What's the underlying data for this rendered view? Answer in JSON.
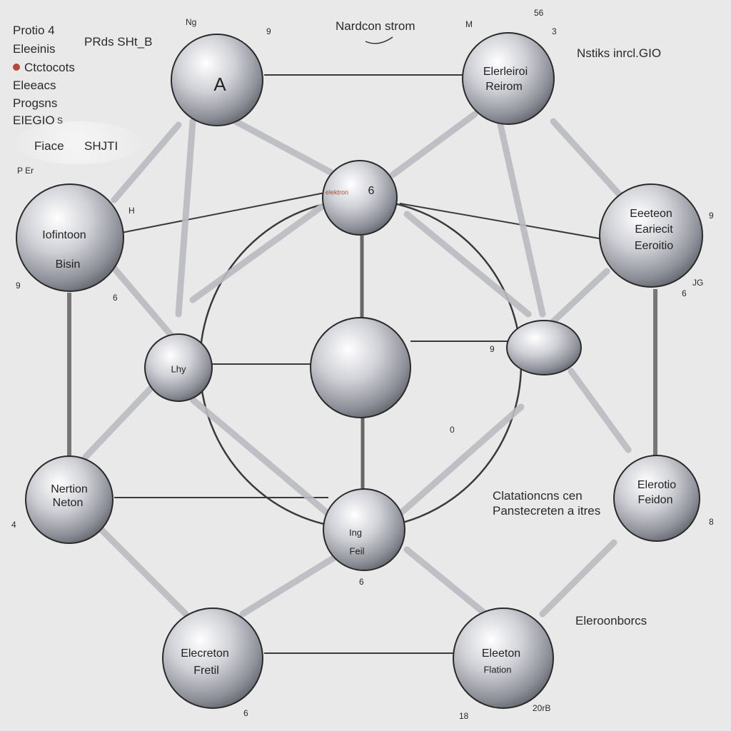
{
  "colors": {
    "background": "#e9e9e9",
    "line": "#3a3a3a",
    "sphere_light": "#ffffff",
    "sphere_dark": "#7b7d86",
    "legend_dot": "#b8483a"
  },
  "title": "Nardcon strom",
  "legend": {
    "line1": "Protio 4",
    "line2": "Eleeinis",
    "item1": "Ctctocots",
    "item2": "Eleeacs",
    "item3": "Progsns",
    "item4": "EIEGIO",
    "item4_suffix": "S",
    "item5": "Fiace",
    "item5_suffix": "SHJTI",
    "footnote": "P Er"
  },
  "top_note": "PRds SHt_B",
  "top_right_note": "Nstiks inrcl.GIO",
  "center_right_note": {
    "line1": "Clatationcns cen",
    "line2": "Panstecreten a itres"
  },
  "bottom_right_note": "Eleroonborcs",
  "nodes": {
    "top_left": {
      "line1": "A"
    },
    "top_right": {
      "line1": "Elerleiroi",
      "line2": "Reirom"
    },
    "upper_center": {
      "line1": "elektron",
      "line2": "6"
    },
    "left": {
      "line1": "Iofintoon",
      "line2": "Bisin"
    },
    "right": {
      "line1": "Eeeteon",
      "line2": "Eariecit",
      "line3": "Eeroitio"
    },
    "mid_left": {
      "line1": "Lhy"
    },
    "center": {
      "line1": ""
    },
    "mid_right": {
      "line1": ""
    },
    "bottom_left": {
      "line1": "Nertion",
      "line2": "Neton"
    },
    "bottom_center": {
      "line1": "Ing",
      "line2": "Feil"
    },
    "bottom_right_side": {
      "line1": "Elerotio",
      "line2": "Feidon"
    },
    "bottom_far_left": {
      "line1": "Elecreton",
      "line2": "Fretil"
    },
    "bottom_far_right": {
      "line1": "Eleeton",
      "line2": "Flation"
    }
  },
  "small_labels": {
    "tl_a": "Ng",
    "tl_b": "9",
    "tr_a": "M",
    "tr_b": "3",
    "tr_c": "56",
    "l_a": "H",
    "l_b": "9",
    "l_c": "6",
    "r_a": "9",
    "r_b": "JG",
    "r_c": "6",
    "c_a": "9",
    "c_b": "0",
    "bl_a": "4",
    "bc_a": "6",
    "br_a": "8",
    "bfl_a": "6",
    "bfr_a": "20rB",
    "bfr_b": "18"
  }
}
